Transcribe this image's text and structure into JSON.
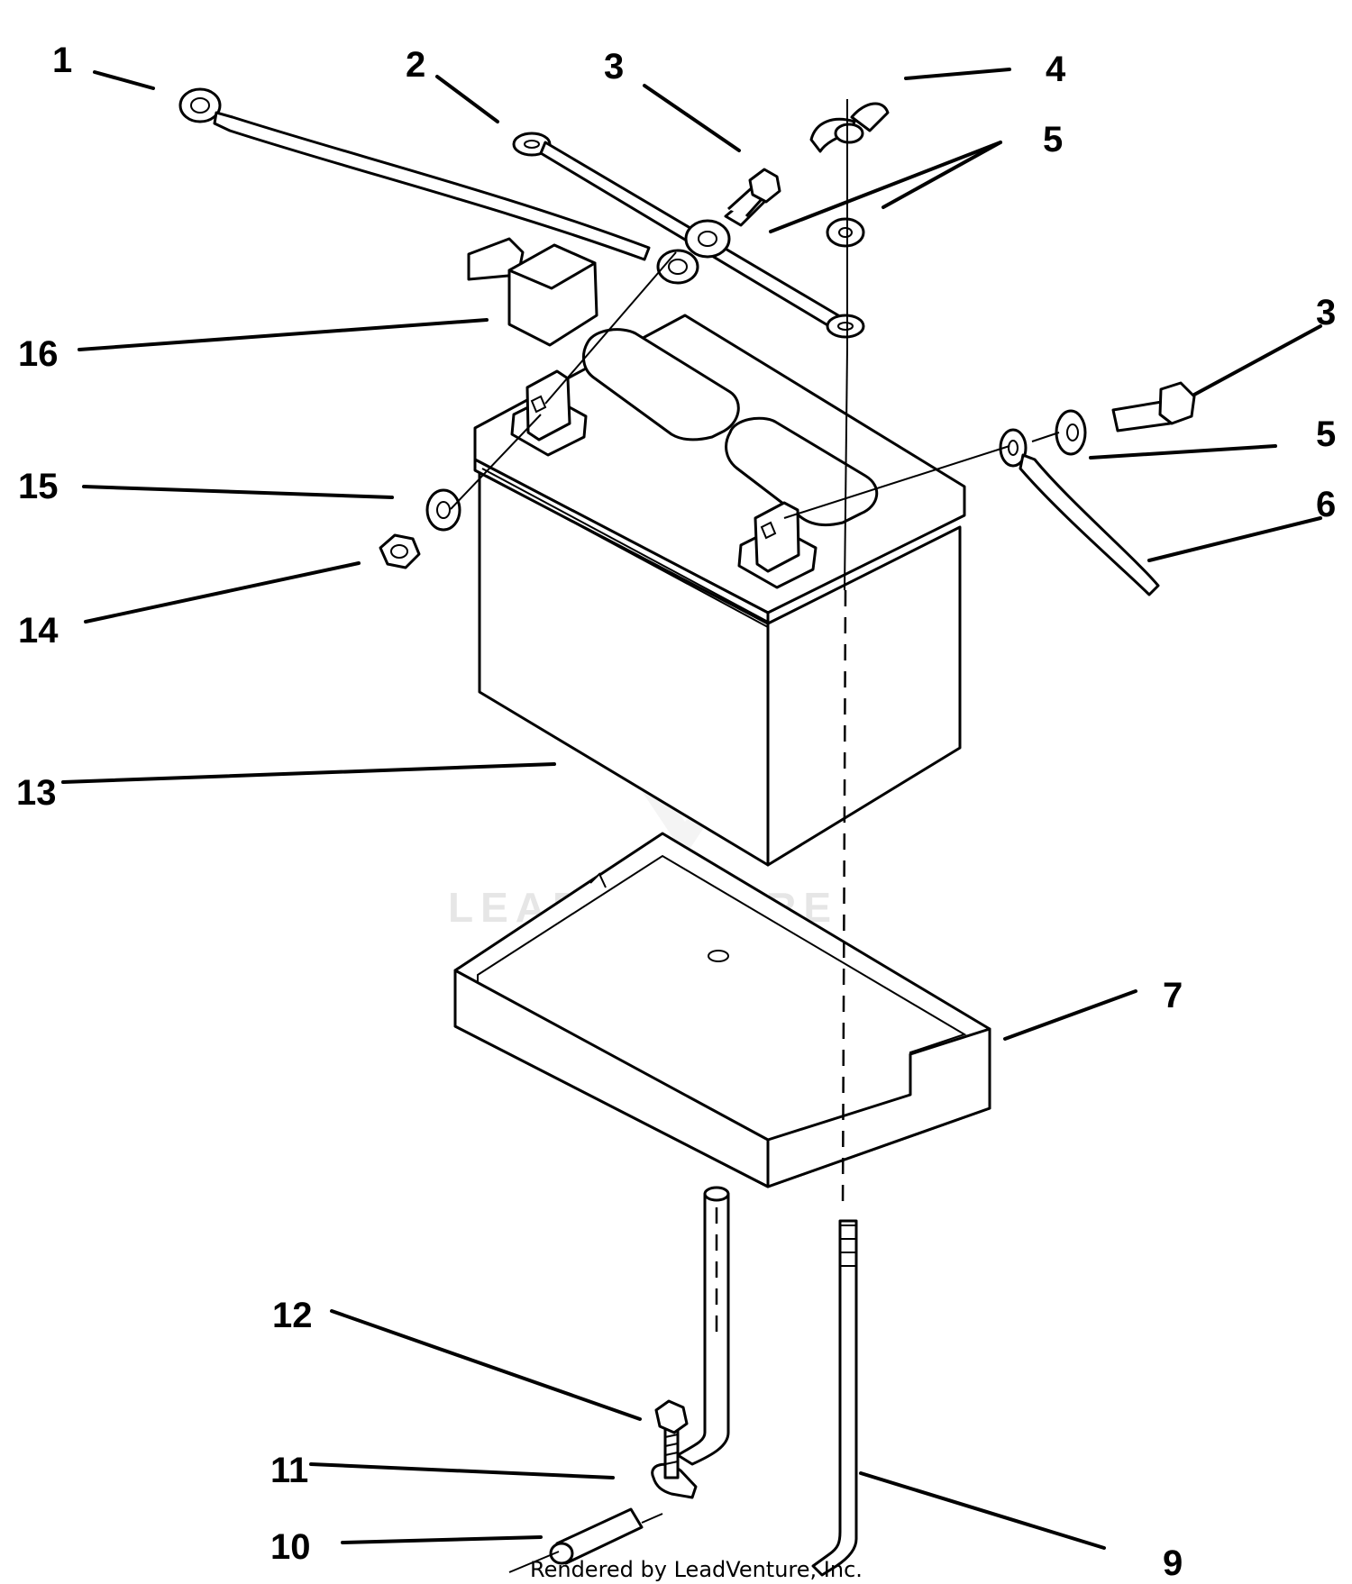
{
  "diagram": {
    "callouts": [
      "1",
      "2",
      "3",
      "4",
      "5",
      "16",
      "3",
      "5",
      "15",
      "6",
      "14",
      "13",
      "7",
      "12",
      "11",
      "10",
      "9"
    ],
    "watermark": "LEADVENTURE",
    "credit": "Rendered by LeadVenture, Inc."
  }
}
